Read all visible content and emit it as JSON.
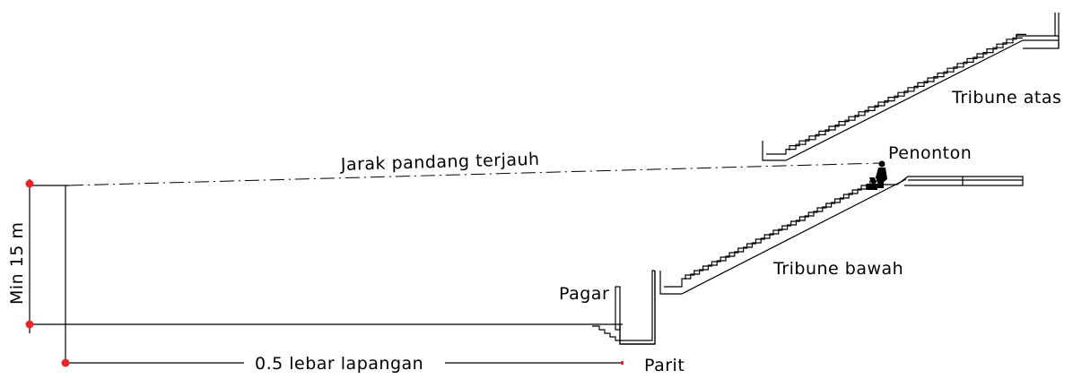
{
  "labels": {
    "tribune_atas": "Tribune atas",
    "penonton": "Penonton",
    "jarak_pandang": "Jarak pandang terjauh",
    "min_height": "Min 15 m",
    "pagar": "Pagar",
    "tribune_bawah": "Tribune bawah",
    "half_field": "0.5 lebar lapangan",
    "parit": "Parit"
  },
  "colors": {
    "lines": "#000000",
    "markers": "#e8262b",
    "background": "#ffffff"
  }
}
